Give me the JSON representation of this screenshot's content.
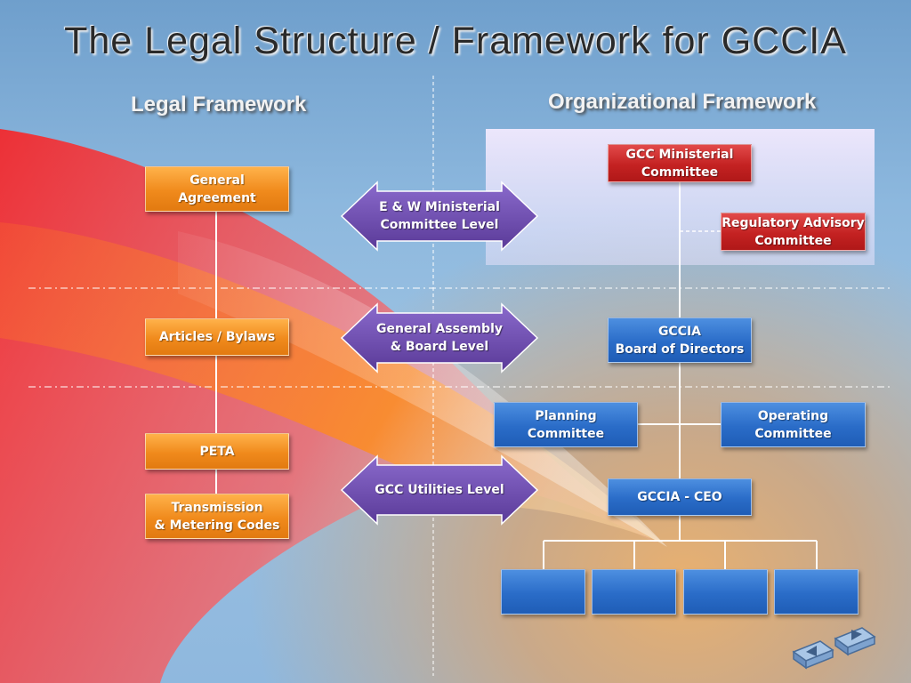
{
  "title": "The Legal Structure / Framework for GCCIA",
  "columns": {
    "legal": "Legal Framework",
    "organizational": "Organizational Framework"
  },
  "legal_framework": {
    "general_agreement": "General\nAgreement",
    "articles_bylaws": "Articles / Bylaws",
    "peta": "PETA",
    "transmission_metering": "Transmission\n& Metering Codes"
  },
  "levels": {
    "ministerial": "E & W Ministerial\nCommittee Level",
    "assembly_board": "General Assembly\n& Board Level",
    "utilities": "GCC Utilities Level"
  },
  "organizational_framework": {
    "ministerial_committee": "GCC Ministerial\nCommittee",
    "regulatory_advisory": "Regulatory Advisory\nCommittee",
    "board_of_directors": "GCCIA\nBoard of Directors",
    "planning_committee": "Planning\nCommittee",
    "operating_committee": "Operating\nCommittee",
    "ceo": "GCCIA - CEO",
    "departments": [
      "",
      "",
      "",
      ""
    ]
  },
  "colors": {
    "legal_box": "#f08a1c",
    "ministerial_box": "#c42222",
    "org_box": "#2a6cc8",
    "level_arrow": "#6a4aa8"
  }
}
